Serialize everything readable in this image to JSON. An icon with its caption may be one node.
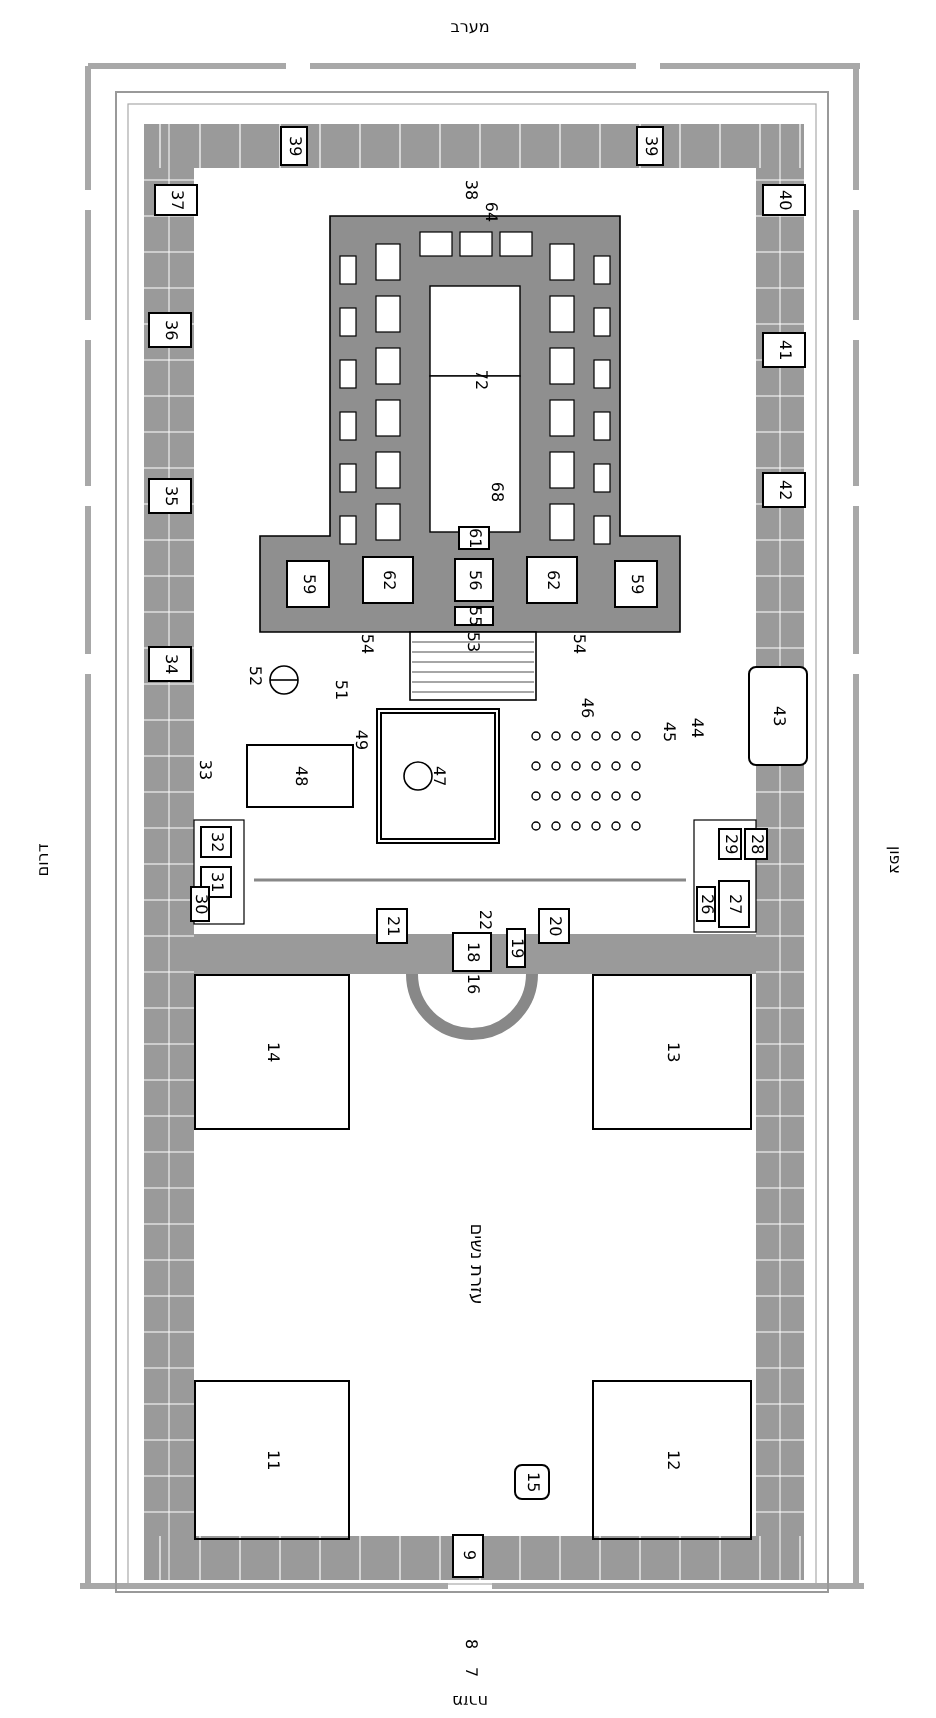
{
  "diagram": {
    "nodes": [
      {
        "text": [
          "39"
        ]
      },
      {
        "text": [
          "39"
        ]
      },
      {
        "text": [
          "37"
        ]
      },
      {
        "text": [
          "40"
        ]
      },
      {
        "text": [
          "36"
        ]
      },
      {
        "text": [
          "41"
        ]
      },
      {
        "text": [
          "35"
        ]
      },
      {
        "text": [
          "42"
        ]
      },
      {
        "text": [
          "61"
        ]
      },
      {
        "text": [
          "59"
        ]
      },
      {
        "text": [
          "62"
        ]
      },
      {
        "text": [
          "56"
        ]
      },
      {
        "text": [
          "62"
        ]
      },
      {
        "text": [
          "59"
        ]
      },
      {
        "text": [
          "55"
        ]
      },
      {
        "text": [
          "34"
        ]
      },
      {
        "text": [
          "43"
        ]
      },
      {
        "text": [
          "48"
        ]
      },
      {
        "text": [
          "47"
        ]
      },
      {
        "text": [
          "32"
        ]
      },
      {
        "text": [
          "29"
        ]
      },
      {
        "text": [
          "28"
        ]
      },
      {
        "text": [
          "31"
        ]
      },
      {
        "text": [
          "30"
        ]
      },
      {
        "text": [
          "26"
        ]
      },
      {
        "text": [
          "27"
        ]
      },
      {
        "text": [
          "21"
        ]
      },
      {
        "text": [
          "20"
        ]
      },
      {
        "text": [
          "18"
        ]
      },
      {
        "text": [
          "19"
        ]
      },
      {
        "text": [
          "14"
        ]
      },
      {
        "text": [
          "13"
        ]
      },
      {
        "text": [
          "11"
        ]
      },
      {
        "text": [
          "12"
        ]
      },
      {
        "text": [
          "15"
        ]
      },
      {
        "text": [
          "9"
        ]
      }
    ],
    "labels": [
      "מערב",
      "38",
      "64",
      "72",
      "68",
      "54",
      "53",
      "54",
      "52",
      "51",
      "49",
      "46",
      "45",
      "44",
      "33",
      "22",
      "16",
      "דרום",
      "צפון",
      "עזרת נשים",
      "8",
      "7",
      "מזרח"
    ]
  }
}
